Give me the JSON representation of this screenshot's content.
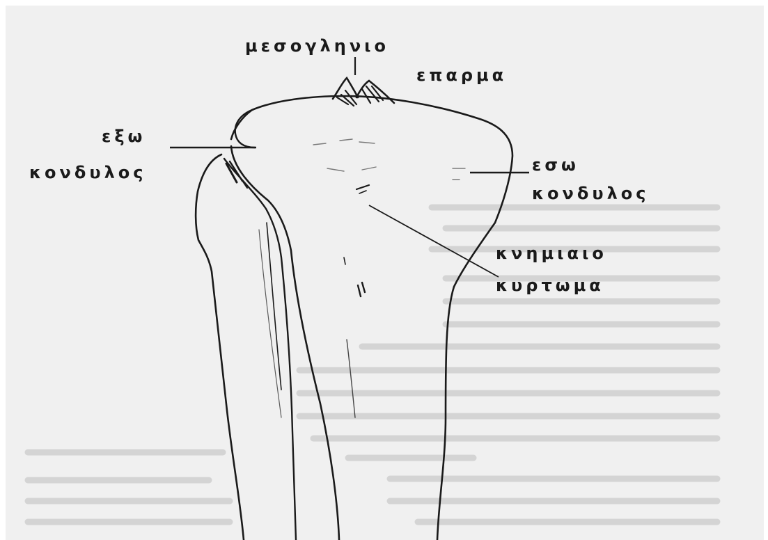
{
  "diagram": {
    "labels": {
      "intercondylar_line1": "μεσογληνιο",
      "intercondylar_line2": "επαρμα",
      "lateral_line1": "εξω",
      "lateral_line2": "κονδυλος",
      "medial_line1": "εσω",
      "medial_line2": "κονδυλος",
      "tuberosity_line1": "κνημιαιο",
      "tuberosity_line2": "κυρτωμα"
    },
    "colors": {
      "paper": "#f0f0f0",
      "ink": "#1a1a1a",
      "bleed_through": "#c6c6c6"
    }
  }
}
